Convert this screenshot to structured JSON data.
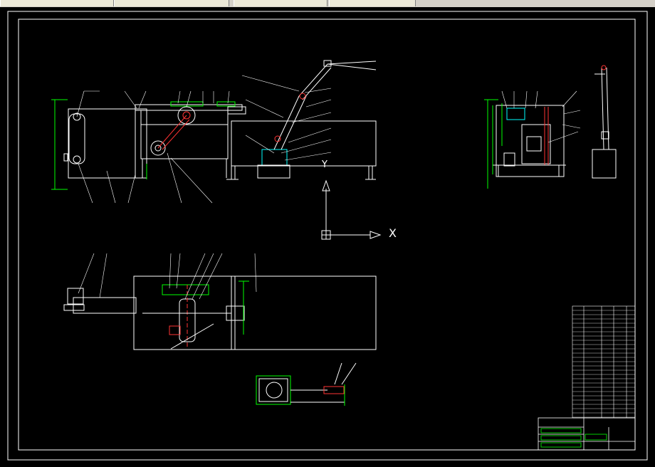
{
  "window": {
    "tabs": [
      "",
      "",
      "",
      ""
    ]
  },
  "ucs": {
    "x_label": "X",
    "y_label": "Y"
  },
  "colors": {
    "background": "#000000",
    "geometry": "#ffffff",
    "dimension": "#00ff00",
    "centerline": "#ff3333",
    "highlight": "#00ffff",
    "leader": "#ffffff"
  },
  "views": [
    "front-view",
    "side-view",
    "top-view",
    "detail-view",
    "ucs-icon",
    "parts-list",
    "title-block"
  ]
}
